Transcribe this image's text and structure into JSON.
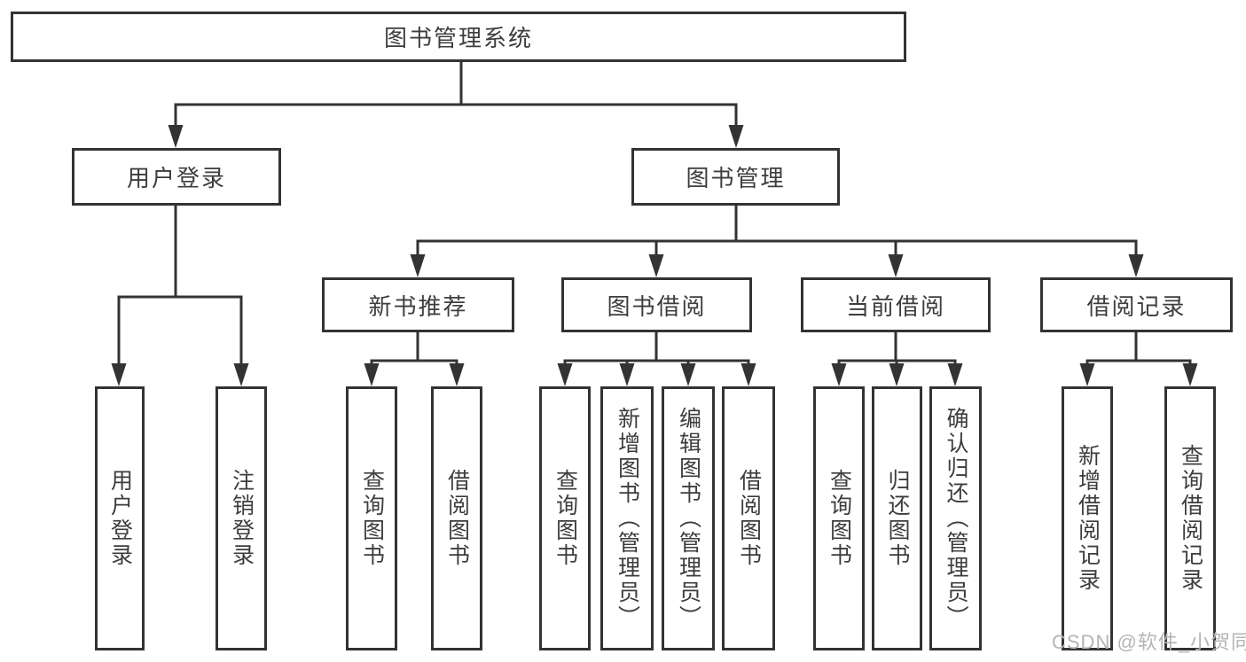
{
  "nodes": {
    "root": {
      "label": "图书管理系统"
    },
    "user_login": {
      "label": "用户登录"
    },
    "book_management": {
      "label": "图书管理"
    },
    "new_book_recommendation": {
      "label": "新书推荐"
    },
    "book_borrowing": {
      "label": "图书借阅"
    },
    "current_borrowing": {
      "label": "当前借阅"
    },
    "borrowing_records": {
      "label": "借阅记录"
    },
    "leaf_user_login": {
      "label": "用户登录"
    },
    "leaf_logout": {
      "label": "注销登录"
    },
    "leaf_nb_query_books": {
      "label": "查询图书"
    },
    "leaf_nb_borrow_books": {
      "label": "借阅图书"
    },
    "leaf_bb_query_books": {
      "label": "查询图书"
    },
    "leaf_bb_add_books": {
      "label": "新增图书（管理员）"
    },
    "leaf_bb_edit_books": {
      "label": "编辑图书（管理员）"
    },
    "leaf_bb_borrow_books": {
      "label": "借阅图书"
    },
    "leaf_cb_query_books": {
      "label": "查询图书"
    },
    "leaf_cb_return_books": {
      "label": "归还图书"
    },
    "leaf_cb_confirm_return": {
      "label": "确认归还（管理员）"
    },
    "leaf_br_add_record": {
      "label": "新增借阅记录"
    },
    "leaf_br_query_record": {
      "label": "查询借阅记录"
    }
  },
  "watermark": {
    "text": "CSDN @软件_小贺同学"
  },
  "colors": {
    "line": "#333333",
    "text": "#3d3d3d",
    "background": "#ffffff",
    "watermark": "#b4b4b4"
  }
}
